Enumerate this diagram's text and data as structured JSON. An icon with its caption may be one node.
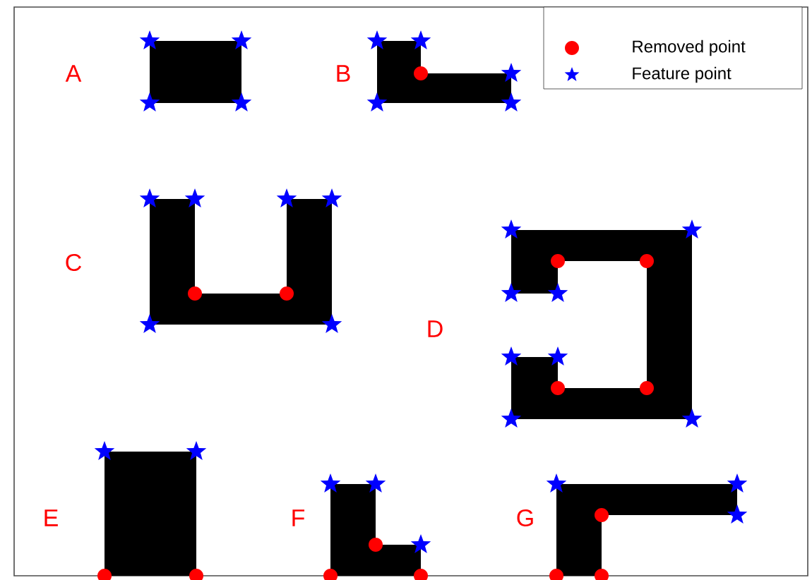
{
  "diagram": {
    "labels": [
      "A",
      "B",
      "C",
      "D",
      "E",
      "F",
      "G"
    ],
    "legend": [
      {
        "text": "Removed point"
      },
      {
        "text": "Feature point"
      }
    ]
  }
}
